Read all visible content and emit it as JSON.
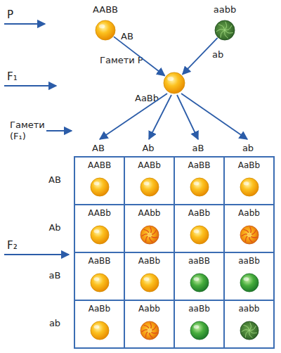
{
  "diagram": {
    "nodes": [
      {
        "text": [
          "AABB"
        ]
      },
      {
        "text": [
          "aabb"
        ]
      },
      {
        "text": [
          "AaBb"
        ]
      },
      {
        "text": [
          "AABB"
        ]
      },
      {
        "text": [
          "AABb"
        ]
      },
      {
        "text": [
          "AaBB"
        ]
      },
      {
        "text": [
          "AaBb"
        ]
      },
      {
        "text": [
          "AABb"
        ]
      },
      {
        "text": [
          "AAbb"
        ]
      },
      {
        "text": [
          "AaBb"
        ]
      },
      {
        "text": [
          "Aabb"
        ]
      },
      {
        "text": [
          "AaBB"
        ]
      },
      {
        "text": [
          "AaBb"
        ]
      },
      {
        "text": [
          "aaBB"
        ]
      },
      {
        "text": [
          "aaBb"
        ]
      },
      {
        "text": [
          "AaBb"
        ]
      },
      {
        "text": [
          "Aabb"
        ]
      },
      {
        "text": [
          "aaBb"
        ]
      },
      {
        "text": [
          "aabb"
        ]
      }
    ],
    "edges": [
      {
        "from": 0,
        "to": 2,
        "label": "AB",
        "arrow": "to"
      },
      {
        "from": 1,
        "to": 2,
        "label": "ab",
        "arrow": "to"
      }
    ],
    "labels": [
      "P",
      "Гамети P",
      "F₁",
      "Гамети (F₁)",
      "AB",
      "Ab",
      "aB",
      "ab",
      "AB",
      "Ab",
      "aB",
      "ab",
      "F₂"
    ]
  }
}
